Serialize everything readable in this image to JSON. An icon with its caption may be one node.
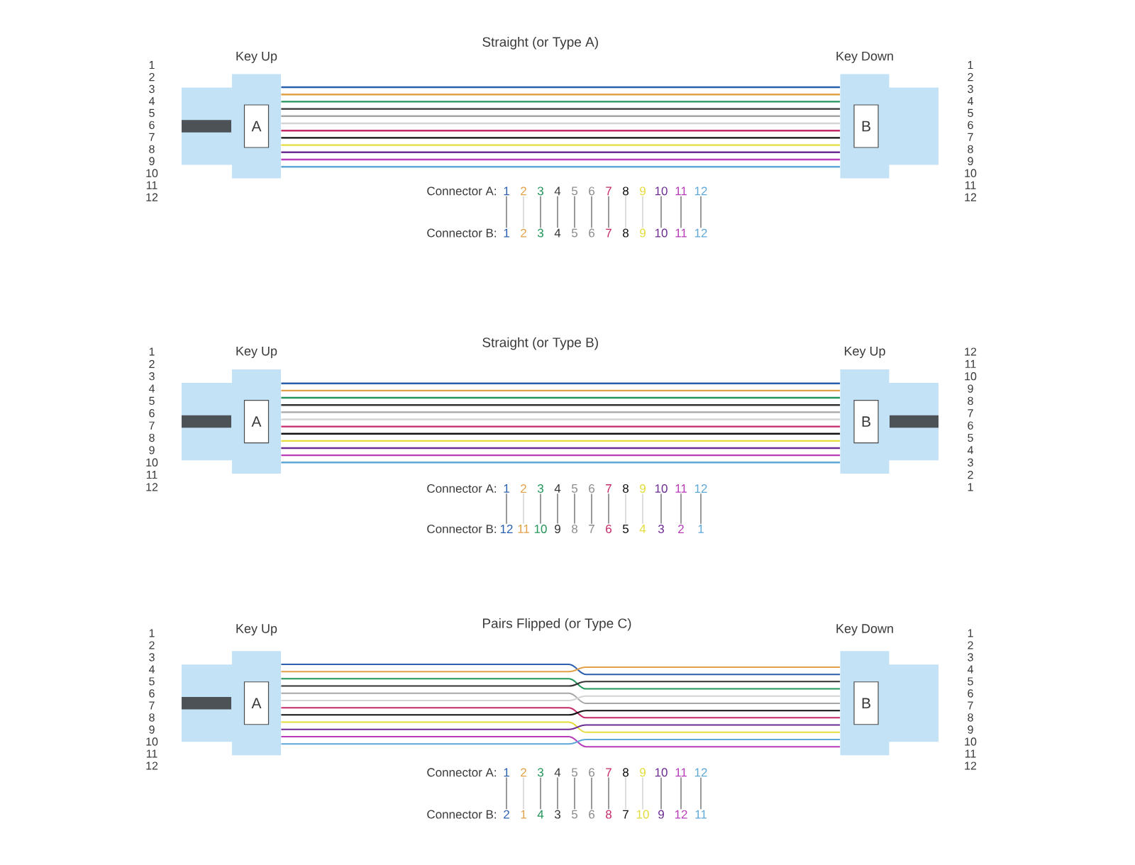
{
  "diagram": {
    "nodes": [
      {
        "text": [],
        "shape": "box",
        "beside": [
          "Key Up"
        ]
      },
      {
        "text": [
          "A"
        ],
        "in": 0
      },
      {
        "text": [],
        "shape": "box",
        "beside": [
          "Key Down"
        ]
      },
      {
        "text": [
          "B"
        ],
        "in": 2
      },
      {
        "text": [
          "1"
        ]
      },
      {
        "text": [
          "2"
        ]
      },
      {
        "text": [
          "3"
        ]
      },
      {
        "text": [
          "4"
        ]
      },
      {
        "text": [
          "5"
        ]
      },
      {
        "text": [
          "6"
        ]
      },
      {
        "text": [
          "7"
        ]
      },
      {
        "text": [
          "8"
        ]
      },
      {
        "text": [
          "9"
        ]
      },
      {
        "text": [
          "10"
        ]
      },
      {
        "text": [
          "11"
        ]
      },
      {
        "text": [
          "12"
        ]
      },
      {
        "text": [
          "1"
        ]
      },
      {
        "text": [
          "2"
        ]
      },
      {
        "text": [
          "3"
        ]
      },
      {
        "text": [
          "4"
        ]
      },
      {
        "text": [
          "5"
        ]
      },
      {
        "text": [
          "6"
        ]
      },
      {
        "text": [
          "7"
        ]
      },
      {
        "text": [
          "8"
        ]
      },
      {
        "text": [
          "9"
        ]
      },
      {
        "text": [
          "10"
        ]
      },
      {
        "text": [
          "11"
        ]
      },
      {
        "text": [
          "12"
        ]
      },
      {
        "text": [],
        "shape": "box",
        "beside": [
          "Key Up"
        ]
      },
      {
        "text": [
          "A"
        ],
        "in": 28
      },
      {
        "text": [],
        "shape": "box",
        "beside": [
          "Key Up"
        ]
      },
      {
        "text": [
          "B"
        ],
        "in": 30
      },
      {
        "text": [
          "1"
        ]
      },
      {
        "text": [
          "2"
        ]
      },
      {
        "text": [
          "3"
        ]
      },
      {
        "text": [
          "4"
        ]
      },
      {
        "text": [
          "5"
        ]
      },
      {
        "text": [
          "6"
        ]
      },
      {
        "text": [
          "7"
        ]
      },
      {
        "text": [
          "8"
        ]
      },
      {
        "text": [
          "9"
        ]
      },
      {
        "text": [
          "10"
        ]
      },
      {
        "text": [
          "11"
        ]
      },
      {
        "text": [
          "12"
        ]
      },
      {
        "text": [
          "12"
        ]
      },
      {
        "text": [
          "11"
        ]
      },
      {
        "text": [
          "10"
        ]
      },
      {
        "text": [
          "9"
        ]
      },
      {
        "text": [
          "8"
        ]
      },
      {
        "text": [
          "7"
        ]
      },
      {
        "text": [
          "6"
        ]
      },
      {
        "text": [
          "5"
        ]
      },
      {
        "text": [
          "4"
        ]
      },
      {
        "text": [
          "3"
        ]
      },
      {
        "text": [
          "2"
        ]
      },
      {
        "text": [
          "1"
        ]
      },
      {
        "text": [],
        "shape": "box",
        "beside": [
          "Key Up"
        ]
      },
      {
        "text": [
          "A"
        ],
        "in": 56
      },
      {
        "text": [],
        "shape": "box",
        "beside": [
          "Key Down"
        ]
      },
      {
        "text": [
          "B"
        ],
        "in": 58
      },
      {
        "text": [
          "1"
        ]
      },
      {
        "text": [
          "2"
        ]
      },
      {
        "text": [
          "3"
        ]
      },
      {
        "text": [
          "4"
        ]
      },
      {
        "text": [
          "5"
        ]
      },
      {
        "text": [
          "6"
        ]
      },
      {
        "text": [
          "7"
        ]
      },
      {
        "text": [
          "8"
        ]
      },
      {
        "text": [
          "9"
        ]
      },
      {
        "text": [
          "10"
        ]
      },
      {
        "text": [
          "11"
        ]
      },
      {
        "text": [
          "12"
        ]
      },
      {
        "text": [
          "2"
        ]
      },
      {
        "text": [
          "1"
        ]
      },
      {
        "text": [
          "4"
        ]
      },
      {
        "text": [
          "3"
        ]
      },
      {
        "text": [
          "5"
        ]
      },
      {
        "text": [
          "6"
        ]
      },
      {
        "text": [
          "8"
        ]
      },
      {
        "text": [
          "7"
        ]
      },
      {
        "text": [
          "10"
        ]
      },
      {
        "text": [
          "9"
        ]
      },
      {
        "text": [
          "12"
        ]
      },
      {
        "text": [
          "11"
        ]
      }
    ],
    "edges": [
      {
        "from": 0,
        "to": 2,
        "arrow": "none",
        "color": "#2a5fae"
      },
      {
        "from": 0,
        "to": 2,
        "arrow": "none",
        "color": "#e2a048"
      },
      {
        "from": 0,
        "to": 2,
        "arrow": "none",
        "color": "#22955a"
      },
      {
        "from": 0,
        "to": 2,
        "arrow": "none",
        "color": "#333333"
      },
      {
        "from": 0,
        "to": 2,
        "arrow": "none",
        "color": "#a6a6a6"
      },
      {
        "from": 0,
        "to": 2,
        "arrow": "none",
        "color": "#d4d4d4"
      },
      {
        "from": 0,
        "to": 2,
        "arrow": "none",
        "color": "#c42a6a"
      },
      {
        "from": 0,
        "to": 2,
        "arrow": "none",
        "color": "#111111"
      },
      {
        "from": 0,
        "to": 2,
        "arrow": "none",
        "color": "#e4dc3a"
      },
      {
        "from": 0,
        "to": 2,
        "arrow": "none",
        "color": "#6c2c94"
      },
      {
        "from": 0,
        "to": 2,
        "arrow": "none",
        "color": "#b83cb8"
      },
      {
        "from": 0,
        "to": 2,
        "arrow": "none",
        "color": "#5ea8d8"
      },
      {
        "from": 4,
        "to": 16,
        "arrow": "none"
      },
      {
        "from": 5,
        "to": 17,
        "arrow": "none",
        "color": "#cfcfcf"
      },
      {
        "from": 6,
        "to": 18,
        "arrow": "none"
      },
      {
        "from": 7,
        "to": 19,
        "arrow": "none"
      },
      {
        "from": 8,
        "to": 20,
        "arrow": "none"
      },
      {
        "from": 9,
        "to": 21,
        "arrow": "none"
      },
      {
        "from": 10,
        "to": 22,
        "arrow": "none"
      },
      {
        "from": 11,
        "to": 23,
        "arrow": "none",
        "color": "#cfcfcf"
      },
      {
        "from": 12,
        "to": 24,
        "arrow": "none",
        "color": "#cfcfcf"
      },
      {
        "from": 13,
        "to": 25,
        "arrow": "none"
      },
      {
        "from": 14,
        "to": 26,
        "arrow": "none"
      },
      {
        "from": 15,
        "to": 27,
        "arrow": "none"
      },
      {
        "from": 28,
        "to": 30,
        "arrow": "none",
        "color": "#2a5fae"
      },
      {
        "from": 28,
        "to": 30,
        "arrow": "none",
        "color": "#e2a048"
      },
      {
        "from": 28,
        "to": 30,
        "arrow": "none",
        "color": "#22955a"
      },
      {
        "from": 28,
        "to": 30,
        "arrow": "none",
        "color": "#333333"
      },
      {
        "from": 28,
        "to": 30,
        "arrow": "none",
        "color": "#a6a6a6"
      },
      {
        "from": 28,
        "to": 30,
        "arrow": "none",
        "color": "#d4d4d4"
      },
      {
        "from": 28,
        "to": 30,
        "arrow": "none",
        "color": "#c42a6a"
      },
      {
        "from": 28,
        "to": 30,
        "arrow": "none",
        "color": "#111111"
      },
      {
        "from": 28,
        "to": 30,
        "arrow": "none",
        "color": "#e4dc3a"
      },
      {
        "from": 28,
        "to": 30,
        "arrow": "none",
        "color": "#6c2c94"
      },
      {
        "from": 28,
        "to": 30,
        "arrow": "none",
        "color": "#b83cb8"
      },
      {
        "from": 28,
        "to": 30,
        "arrow": "none",
        "color": "#5ea8d8"
      },
      {
        "from": 32,
        "to": 44,
        "arrow": "none"
      },
      {
        "from": 33,
        "to": 45,
        "arrow": "none",
        "color": "#cfcfcf"
      },
      {
        "from": 34,
        "to": 46,
        "arrow": "none"
      },
      {
        "from": 35,
        "to": 47,
        "arrow": "none"
      },
      {
        "from": 36,
        "to": 48,
        "arrow": "none"
      },
      {
        "from": 37,
        "to": 49,
        "arrow": "none"
      },
      {
        "from": 38,
        "to": 50,
        "arrow": "none"
      },
      {
        "from": 39,
        "to": 51,
        "arrow": "none",
        "color": "#cfcfcf"
      },
      {
        "from": 40,
        "to": 52,
        "arrow": "none",
        "color": "#cfcfcf"
      },
      {
        "from": 41,
        "to": 53,
        "arrow": "none"
      },
      {
        "from": 42,
        "to": 54,
        "arrow": "none"
      },
      {
        "from": 43,
        "to": 55,
        "arrow": "none"
      },
      {
        "from": 56,
        "to": 58,
        "arrow": "none",
        "color": "#2a5fae"
      },
      {
        "from": 56,
        "to": 58,
        "arrow": "none",
        "color": "#e2a048"
      },
      {
        "from": 56,
        "to": 58,
        "arrow": "none",
        "color": "#22955a"
      },
      {
        "from": 56,
        "to": 58,
        "arrow": "none",
        "color": "#333333"
      },
      {
        "from": 56,
        "to": 58,
        "arrow": "none",
        "color": "#a6a6a6"
      },
      {
        "from": 56,
        "to": 58,
        "arrow": "none",
        "color": "#d4d4d4"
      },
      {
        "from": 56,
        "to": 58,
        "arrow": "none",
        "color": "#c42a6a"
      },
      {
        "from": 56,
        "to": 58,
        "arrow": "none",
        "color": "#111111"
      },
      {
        "from": 56,
        "to": 58,
        "arrow": "none",
        "color": "#e4dc3a"
      },
      {
        "from": 56,
        "to": 58,
        "arrow": "none",
        "color": "#6c2c94"
      },
      {
        "from": 56,
        "to": 58,
        "arrow": "none",
        "color": "#b83cb8"
      },
      {
        "from": 56,
        "to": 58,
        "arrow": "none",
        "color": "#5ea8d8"
      },
      {
        "from": 60,
        "to": 72,
        "arrow": "none"
      },
      {
        "from": 61,
        "to": 73,
        "arrow": "none",
        "color": "#cfcfcf"
      },
      {
        "from": 62,
        "to": 74,
        "arrow": "none"
      },
      {
        "from": 63,
        "to": 75,
        "arrow": "none"
      },
      {
        "from": 64,
        "to": 76,
        "arrow": "none"
      },
      {
        "from": 65,
        "to": 77,
        "arrow": "none"
      },
      {
        "from": 66,
        "to": 78,
        "arrow": "none"
      },
      {
        "from": 67,
        "to": 79,
        "arrow": "none",
        "color": "#cfcfcf"
      },
      {
        "from": 68,
        "to": 80,
        "arrow": "none",
        "color": "#cfcfcf"
      },
      {
        "from": 69,
        "to": 81,
        "arrow": "none"
      },
      {
        "from": 70,
        "to": 82,
        "arrow": "none"
      },
      {
        "from": 71,
        "to": 83,
        "arrow": "none"
      }
    ],
    "labels": [
      "Straight (or Type A)",
      "1",
      "2",
      "3",
      "4",
      "5",
      "6",
      "7",
      "8",
      "9",
      "10",
      "11",
      "12",
      "1",
      "2",
      "3",
      "4",
      "5",
      "6",
      "7",
      "8",
      "9",
      "10",
      "11",
      "12",
      "Connector A:",
      "Connector B:",
      "Straight (or Type B)",
      "1",
      "2",
      "3",
      "4",
      "5",
      "6",
      "7",
      "8",
      "9",
      "10",
      "11",
      "12",
      "12",
      "11",
      "10",
      "9",
      "8",
      "7",
      "6",
      "5",
      "4",
      "3",
      "2",
      "1",
      "Connector A:",
      "Connector B:",
      "Pairs Flipped (or Type C)",
      "1",
      "2",
      "3",
      "4",
      "5",
      "6",
      "7",
      "8",
      "9",
      "10",
      "11",
      "12",
      "1",
      "2",
      "3",
      "4",
      "5",
      "6",
      "7",
      "8",
      "9",
      "10",
      "11",
      "12",
      "Connector A:",
      "Connector B:"
    ]
  }
}
